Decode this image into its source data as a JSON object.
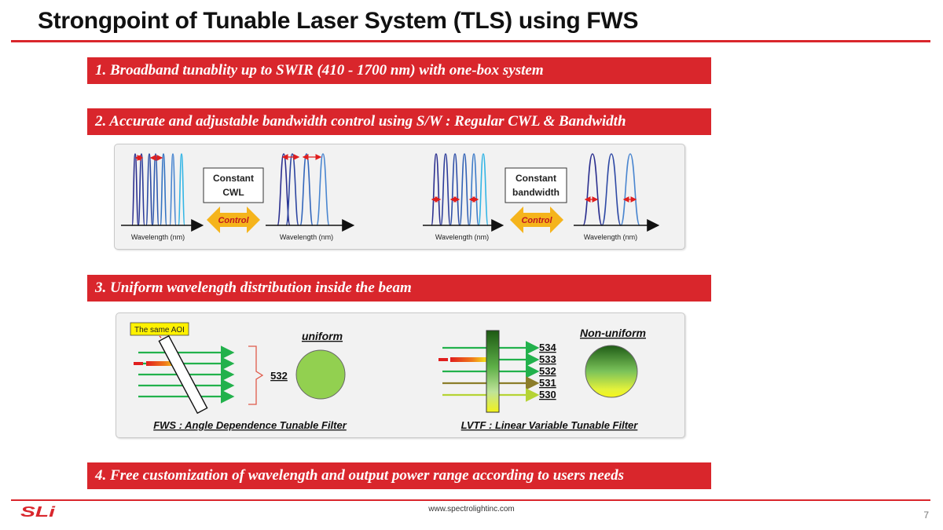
{
  "slide": {
    "title": "Strongpoint of Tunable Laser System (TLS) using FWS",
    "footer_url": "www.spectrolightinc.com",
    "page_number": "7",
    "logo_text": "SLi"
  },
  "points": [
    "1. Broadband tunablity up to SWIR (410 - 1700 nm) with one-box system",
    "2. Accurate and adjustable bandwidth control using S/W :  Regular CWL & Bandwidth",
    "3. Uniform wavelength distribution inside the beam",
    "4. Free customization of wavelength and output power range according to users needs"
  ],
  "bandwidth_panel": {
    "left_box": [
      "Constant",
      "CWL"
    ],
    "right_box": [
      "Constant",
      "bandwidth"
    ],
    "control_label": "Control",
    "axis_label": "Wavelength (nm)"
  },
  "uniformity_panel": {
    "aoi_label": "The same AOI",
    "uniform_label": "uniform",
    "uniform_wavelength": "532",
    "fws_caption": "FWS : Angle Dependence Tunable Filter",
    "nonuniform_label": "Non-uniform",
    "lvtf_wavelengths": [
      "534",
      "533",
      "532",
      "531",
      "530"
    ],
    "lvtf_caption": "LVTF : Linear Variable Tunable Filter"
  },
  "colors": {
    "accent_red": "#d9262c",
    "control_yellow": "#f5b41c",
    "peak_dark": "#2b2f8f",
    "peak_light": "#33b5e5",
    "beam_green": "#22b14c",
    "uniform_green": "#92d050"
  }
}
